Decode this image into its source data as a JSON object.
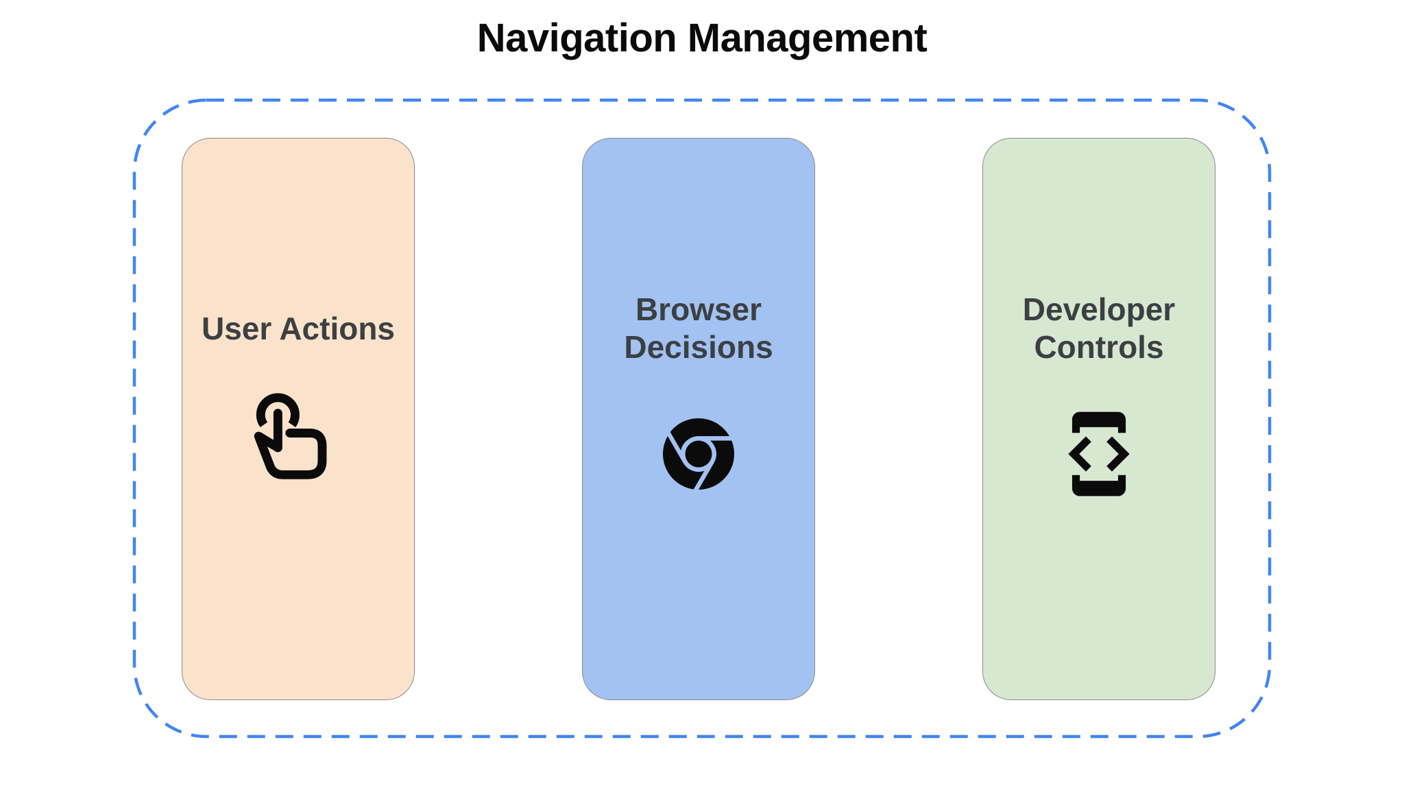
{
  "title": "Navigation Management",
  "diagram": {
    "boundary": {
      "border_color": "#4285f4",
      "style": "dashed-rounded-rectangle"
    },
    "icon_color": "#0b0b0b",
    "label_color": "#3c4043",
    "cards": [
      {
        "label": "User Actions",
        "icon": "touch-gesture-icon",
        "bg": "#fbe3cb"
      },
      {
        "label": "Browser Decisions",
        "icon": "chrome-browser-icon",
        "bg": "#a2c2f2"
      },
      {
        "label": "Developer Controls",
        "icon": "developer-mode-icon",
        "bg": "#d7e8d1"
      }
    ]
  }
}
